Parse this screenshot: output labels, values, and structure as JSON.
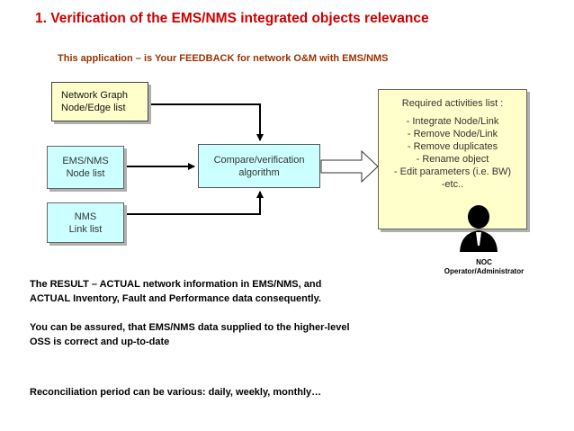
{
  "title": "1. Verification of the EMS/NMS integrated objects relevance",
  "subtitle": "This application – is Your FEEDBACK for network O&M  with EMS/NMS",
  "inputs": {
    "network_graph": [
      "Network Graph",
      "Node/Edge list"
    ],
    "ems_nms": [
      "EMS/NMS",
      "Node list"
    ],
    "nms": [
      "NMS",
      "Link list"
    ]
  },
  "algorithm": [
    "Compare/verification",
    "algorithm"
  ],
  "activities": {
    "heading": "Required activities list :",
    "items": [
      "- Integrate Node/Link",
      "- Remove Node/Link",
      "- Remove duplicates",
      "- Rename object",
      "- Edit parameters (i.e. BW)",
      "-etc.."
    ]
  },
  "operator": {
    "line1": "NOC",
    "line2": "Operator/Administrator",
    "icon": "person-silhouette-icon"
  },
  "paragraphs": {
    "result": [
      "The RESULT – ACTUAL network information in EMS/NMS, and",
      "ACTUAL Inventory, Fault and Performance data consequently."
    ],
    "assured": [
      "You can be assured, that EMS/NMS data supplied to the higher-level",
      "OSS is correct and up-to-date"
    ],
    "period": "Reconciliation period can be various: daily, weekly, monthly…"
  },
  "colors": {
    "title": "#cc0000",
    "subtitle": "#993300",
    "cyan_note": "#ccffff",
    "yellow_note": "#ffffcc"
  }
}
